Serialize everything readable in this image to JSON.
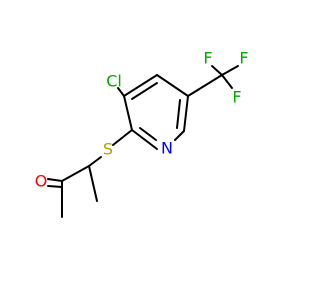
{
  "molecule": {
    "atoms": {
      "cl": {
        "symbol": "Cl",
        "color": "#00aa00"
      },
      "s": {
        "symbol": "S",
        "color": "#b8a000"
      },
      "n": {
        "symbol": "N",
        "color": "#0000ff"
      },
      "o": {
        "symbol": "O",
        "color": "#ff0000"
      },
      "f1": {
        "symbol": "F",
        "color": "#00aa00"
      },
      "f2": {
        "symbol": "F",
        "color": "#00aa00"
      },
      "f3": {
        "symbol": "F",
        "color": "#00aa00"
      }
    }
  }
}
